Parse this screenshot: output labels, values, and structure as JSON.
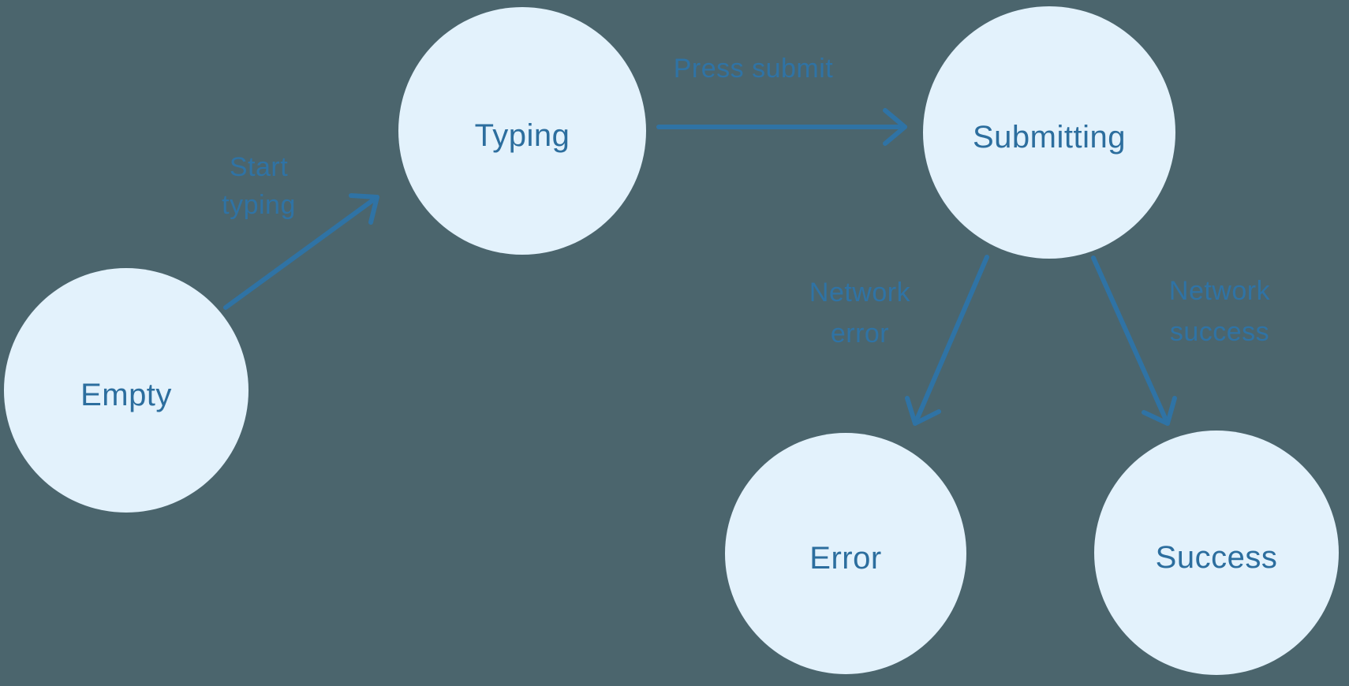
{
  "diagram": {
    "type": "state-machine",
    "colors": {
      "background": "#4B656D",
      "node_fill": "#E3F2FC",
      "node_text": "#2C6E9E",
      "edge": "#2F73A5"
    },
    "nodes": [
      {
        "id": "empty",
        "label": "Empty"
      },
      {
        "id": "typing",
        "label": "Typing"
      },
      {
        "id": "submitting",
        "label": "Submitting"
      },
      {
        "id": "error",
        "label": "Error"
      },
      {
        "id": "success",
        "label": "Success"
      }
    ],
    "edges": [
      {
        "from": "Empty",
        "to": "Typing",
        "label": "Start typing",
        "label_lines": [
          "Start",
          "typing"
        ]
      },
      {
        "from": "Typing",
        "to": "Submitting",
        "label": "Press submit",
        "label_lines": [
          "Press submit"
        ]
      },
      {
        "from": "Submitting",
        "to": "Error",
        "label": "Network error",
        "label_lines": [
          "Network",
          "error"
        ]
      },
      {
        "from": "Submitting",
        "to": "Success",
        "label": "Network success",
        "label_lines": [
          "Network",
          "success"
        ]
      }
    ]
  }
}
